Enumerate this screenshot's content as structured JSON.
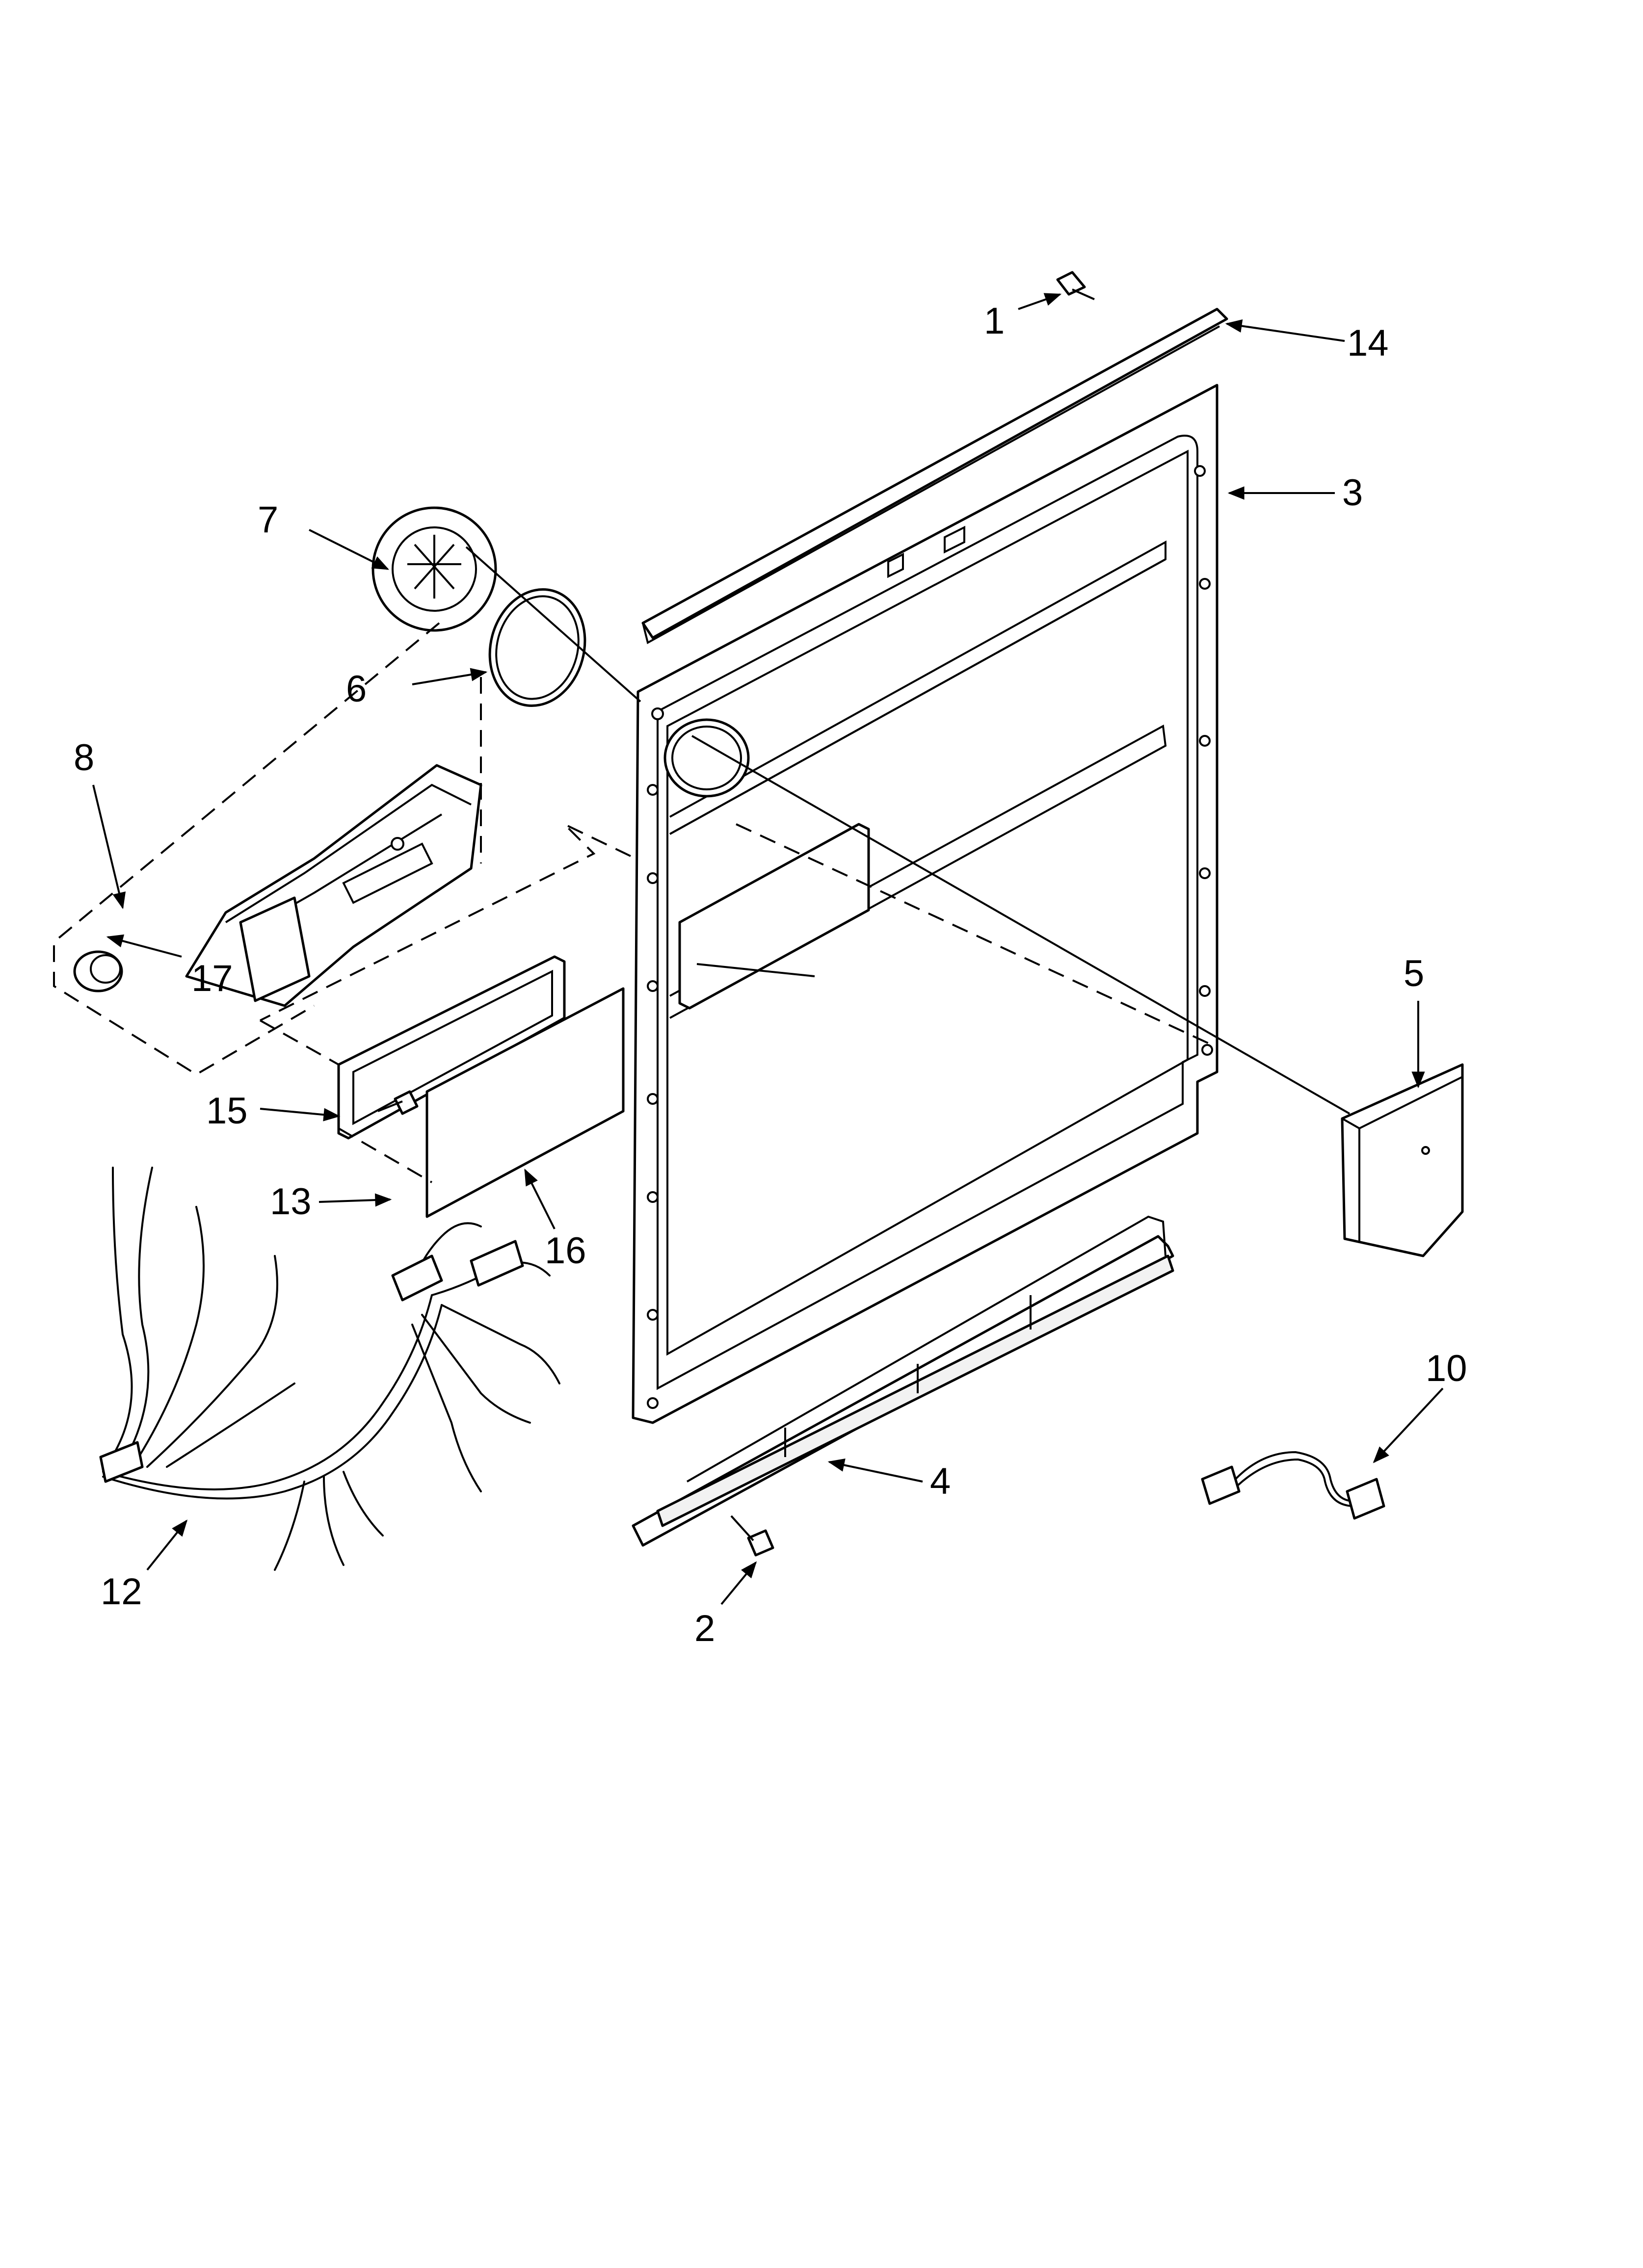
{
  "callouts": [
    {
      "id": "1",
      "text": "1"
    },
    {
      "id": "2",
      "text": "2"
    },
    {
      "id": "3",
      "text": "3"
    },
    {
      "id": "4",
      "text": "4"
    },
    {
      "id": "5",
      "text": "5"
    },
    {
      "id": "6",
      "text": "6"
    },
    {
      "id": "7",
      "text": "7"
    },
    {
      "id": "8",
      "text": "8"
    },
    {
      "id": "10",
      "text": "10"
    },
    {
      "id": "12",
      "text": "12"
    },
    {
      "id": "13",
      "text": "13"
    },
    {
      "id": "14",
      "text": "14"
    },
    {
      "id": "15",
      "text": "15"
    },
    {
      "id": "16",
      "text": "16"
    },
    {
      "id": "17",
      "text": "17"
    }
  ]
}
